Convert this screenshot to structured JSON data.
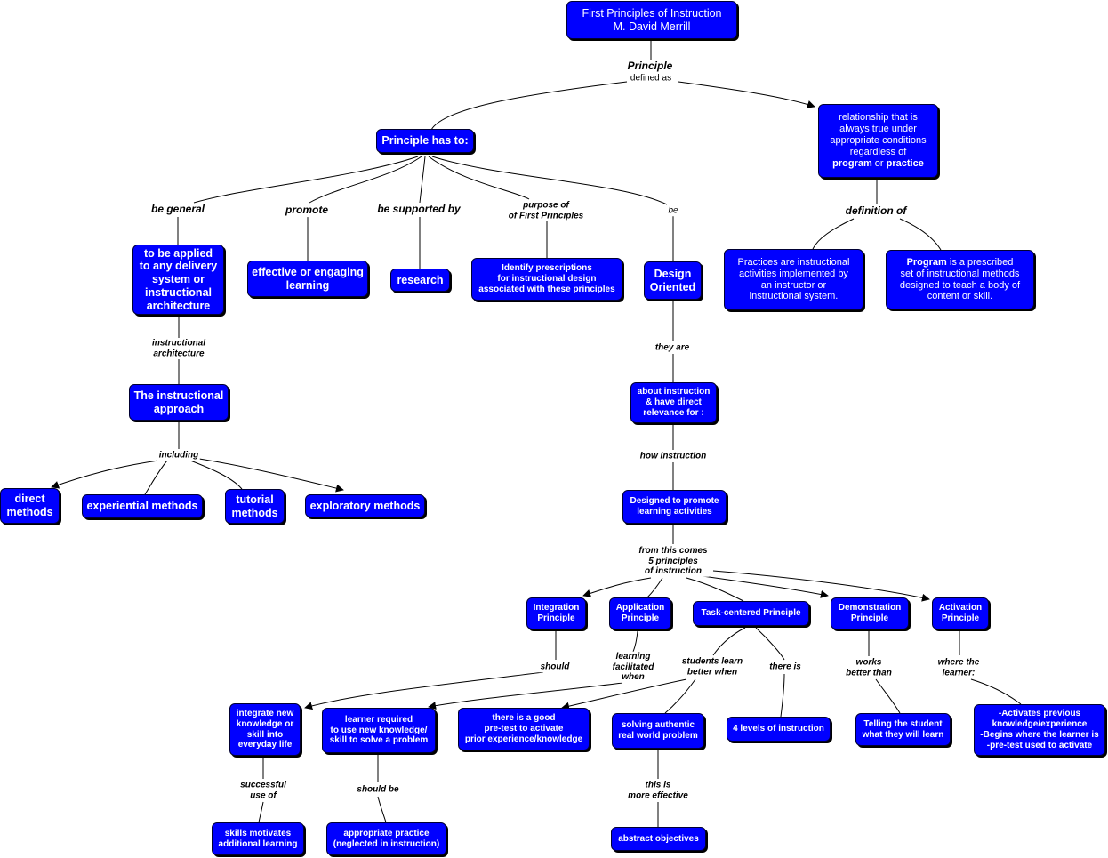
{
  "nodes": {
    "title": "First Principles of Instruction\nM. David Merrill",
    "principle_has_to": "Principle has to:",
    "relationship": [
      "relationship that is\nalways true under\nappropriate conditions\nregardless of\n",
      "program",
      " or ",
      "practice"
    ],
    "to_be_applied": "to be applied\nto any delivery\nsystem or\ninstructional\narchitecture",
    "effective_engaging": "effective or engaging\nlearning",
    "research": "research",
    "identify_prescriptions": "Identify prescriptions\nfor instructional design\nassociated with these principles",
    "design_oriented": "Design\nOriented",
    "practices_def": "Practices are instructional\nactivities implemented by\nan instructor or\ninstructional system.",
    "program_def": [
      "Program",
      " is a prescribed\nset of instructional methods\ndesigned to teach a body of\ncontent or skill."
    ],
    "instructional_approach": "The instructional\napproach",
    "about_instruction": "about instruction\n& have direct\nrelevance for :",
    "direct_methods": "direct\nmethods",
    "experiential_methods": "experiential methods",
    "tutorial_methods": "tutorial\nmethods",
    "exploratory_methods": "exploratory methods",
    "designed_to_promote": "Designed to promote\nlearning activities",
    "integration": "Integration\nPrinciple",
    "application": "Application\nPrinciple",
    "task_centered": "Task-centered Principle",
    "demonstration": "Demonstration\nPrinciple",
    "activation": "Activation\nPrinciple",
    "integrate_new": "integrate new\nknowledge or\nskill into\neveryday life",
    "learner_required": "learner required\nto use new knowledge/\nskill to solve a problem",
    "good_pretest": "there is a good\npre-test to activate\nprior experience/knowledge",
    "solving_authentic": "solving authentic\nreal world problem",
    "four_levels": "4 levels of instruction",
    "telling_student": "Telling the student\nwhat they will learn",
    "activates_previous": "-Activates previous\nknowledge/experience\n-Begins where the learner is\n-pre-test used to activate",
    "skills_motivates": "skills motivates\nadditional learning",
    "appropriate_practice": "appropriate practice\n(neglected in instruction)",
    "abstract_objectives": "abstract objectives"
  },
  "labels": {
    "principle": "Principle",
    "defined_as": "defined as",
    "be_general": "be general",
    "promote": "promote",
    "be_supported_by": "be supported by",
    "purpose_of": "purpose of\nof First Principles",
    "be": "be",
    "definition_of": "definition of",
    "instructional_architecture": "instructional\narchitecture",
    "they_are": "they are",
    "including": "including",
    "how_instruction": "how instruction",
    "from_this_comes": "from this comes\n5 principles\nof instruction",
    "should": "should",
    "learning_facilitated": "learning\nfacilitated\nwhen",
    "students_learn": "students learn\nbetter when",
    "there_is": "there is",
    "works_better": "works\nbetter than",
    "where_learner": "where the\nlearner:",
    "successful_use": "successful\nuse of",
    "should_be": "should be",
    "this_is_more": "this is\nmore effective"
  },
  "colors": {
    "node_fill": "#0000ff",
    "node_text": "#ffffff",
    "link": "#000000"
  }
}
